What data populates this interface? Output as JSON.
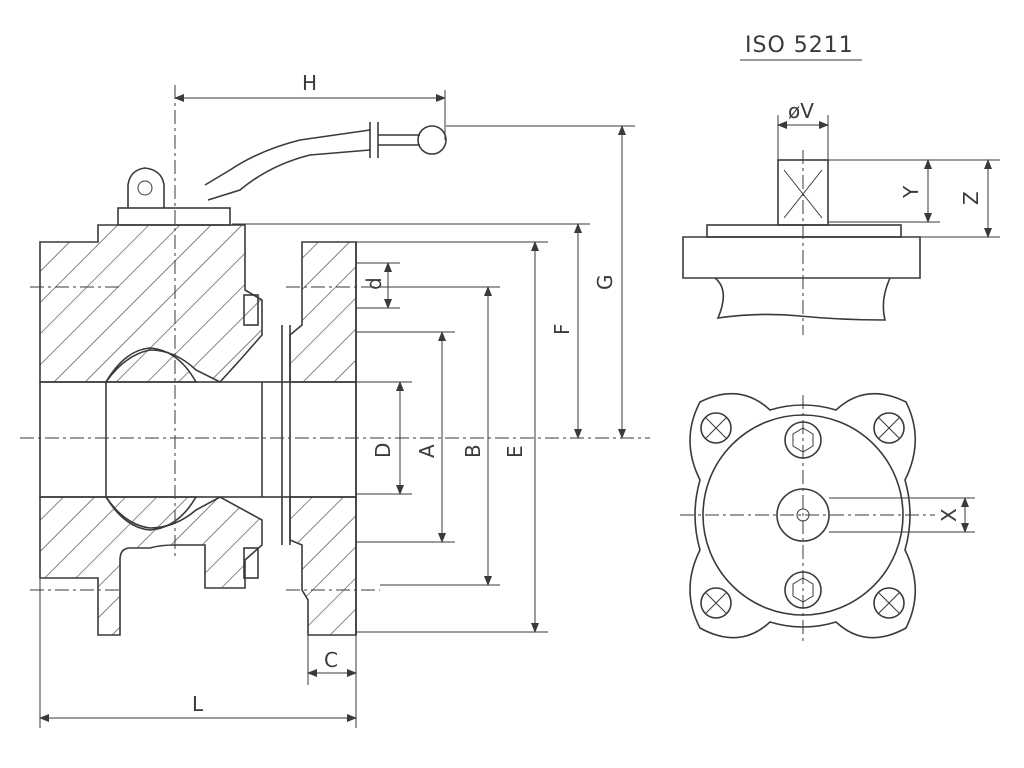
{
  "title": "ISO 5211",
  "labels": {
    "H": "H",
    "G": "G",
    "F": "F",
    "E": "E",
    "B": "B",
    "A": "A",
    "D": "D",
    "d": "d",
    "C": "C",
    "L": "L",
    "V": "øV",
    "Y": "Y",
    "Z": "Z",
    "X": "X"
  },
  "colors": {
    "line": "#3a3a3a",
    "background": "#ffffff"
  }
}
